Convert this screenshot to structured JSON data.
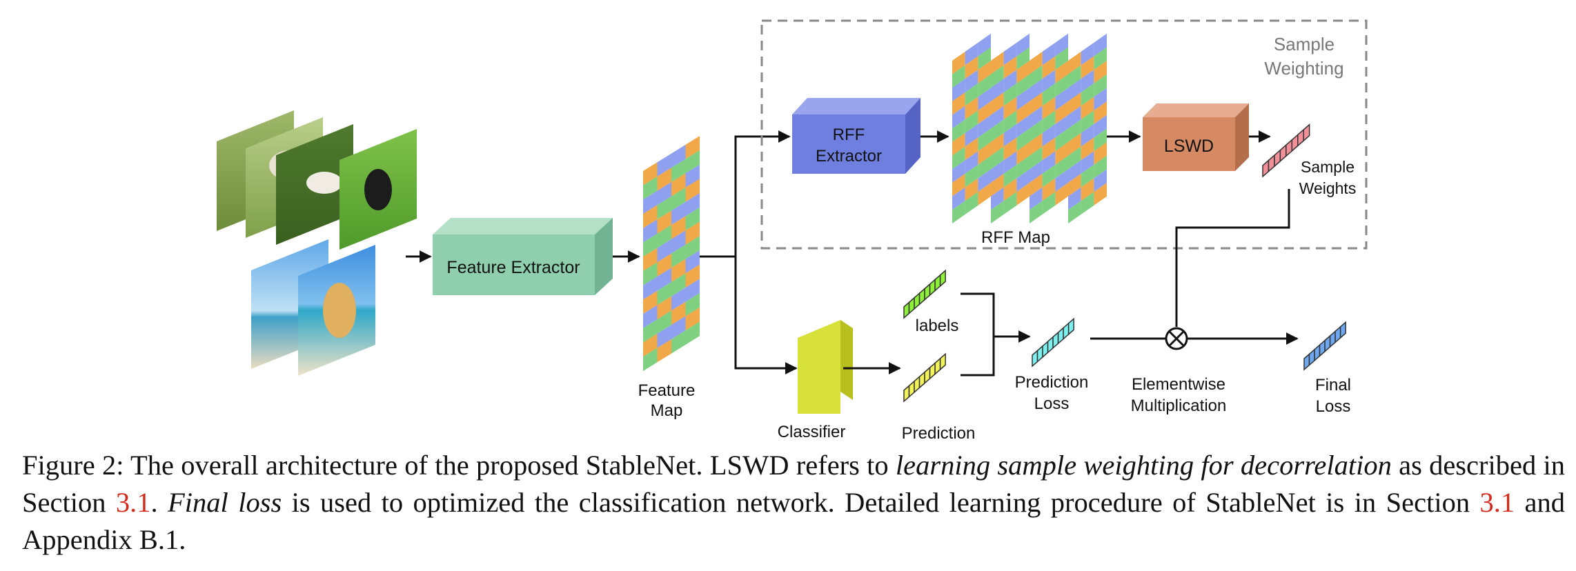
{
  "figure": {
    "boxes": {
      "feature_extractor": "Feature Extractor",
      "rff_extractor": [
        "RFF",
        "Extractor"
      ],
      "lswd": "LSWD"
    },
    "labels": {
      "feature_map": [
        "Feature",
        "Map"
      ],
      "rff_map": "RFF Map",
      "sample_weighting": [
        "Sample",
        "Weighting"
      ],
      "sample_weights": [
        "Sample",
        "Weights"
      ],
      "classifier": "Classifier",
      "labels": "labels",
      "prediction": "Prediction",
      "prediction_loss": [
        "Prediction",
        "Loss"
      ],
      "elementwise_multiplication": [
        "Elementwise",
        "Multiplication"
      ],
      "final_loss": [
        "Final",
        "Loss"
      ]
    },
    "colors": {
      "feature_extractor": "#8fcfae",
      "rff_extractor": "#6f7fe0",
      "lswd": "#d68a63",
      "classifier": "#d8e03a",
      "labels_vector": "#8ef03a",
      "prediction_vector": "#f2f25a",
      "loss_vector": "#7ff0f0",
      "final_loss_vector": "#6fa8f0",
      "sample_weights_vector": "#f2909a",
      "dashed_box": "#888888"
    }
  },
  "caption": {
    "figure_label": "Figure 2:",
    "part1": " The overall architecture of the proposed StableNet. LSWD refers to ",
    "em1": "learning sample weighting for decorrelation",
    "part2": " as described in Section ",
    "ref1": "3.1",
    "part3": ". ",
    "em2": "Final loss",
    "part4": " is used to optimized the classification network. Detailed learning procedure of StableNet is in Section ",
    "ref2": "3.1",
    "part5": " and Appendix B.1."
  }
}
